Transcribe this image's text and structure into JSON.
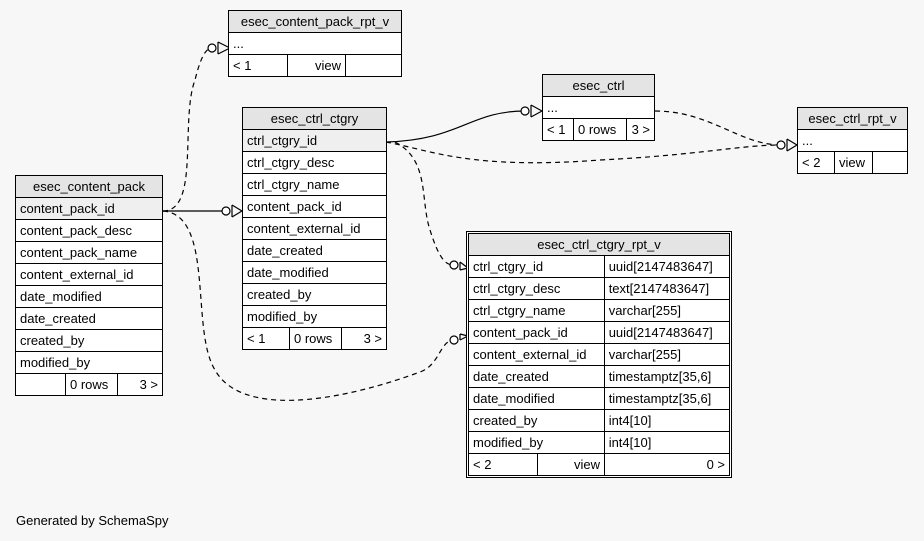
{
  "footer": "Generated by SchemaSpy",
  "tables": {
    "content_pack_rpt_v": {
      "name": "esec_content_pack_rpt_v",
      "columns": [
        "..."
      ],
      "footer": [
        "< 1",
        "view",
        ""
      ]
    },
    "ctrl": {
      "name": "esec_ctrl",
      "columns": [
        "..."
      ],
      "footer": [
        "< 1",
        "0 rows",
        "3 >"
      ]
    },
    "ctrl_rpt_v": {
      "name": "esec_ctrl_rpt_v",
      "columns": [
        "..."
      ],
      "footer": [
        "< 2",
        "view",
        ""
      ]
    },
    "ctrl_ctgry": {
      "name": "esec_ctrl_ctgry",
      "columns": [
        "ctrl_ctgry_id",
        "ctrl_ctgry_desc",
        "ctrl_ctgry_name",
        "content_pack_id",
        "content_external_id",
        "date_created",
        "date_modified",
        "created_by",
        "modified_by"
      ],
      "footer": [
        "< 1",
        "0 rows",
        "3 >"
      ]
    },
    "content_pack": {
      "name": "esec_content_pack",
      "columns": [
        "content_pack_id",
        "content_pack_desc",
        "content_pack_name",
        "content_external_id",
        "date_modified",
        "date_created",
        "created_by",
        "modified_by"
      ],
      "footer": [
        "",
        "0 rows",
        "3 >"
      ]
    },
    "ctrl_ctgry_rpt_v": {
      "name": "esec_ctrl_ctgry_rpt_v",
      "columns": [
        {
          "name": "ctrl_ctgry_id",
          "type": "uuid[2147483647]"
        },
        {
          "name": "ctrl_ctgry_desc",
          "type": "text[2147483647]"
        },
        {
          "name": "ctrl_ctgry_name",
          "type": "varchar[255]"
        },
        {
          "name": "content_pack_id",
          "type": "uuid[2147483647]"
        },
        {
          "name": "content_external_id",
          "type": "varchar[255]"
        },
        {
          "name": "date_created",
          "type": "timestamptz[35,6]"
        },
        {
          "name": "date_modified",
          "type": "timestamptz[35,6]"
        },
        {
          "name": "created_by",
          "type": "int4[10]"
        },
        {
          "name": "modified_by",
          "type": "int4[10]"
        }
      ],
      "footer": [
        "< 2",
        "view",
        "0 >"
      ]
    }
  }
}
